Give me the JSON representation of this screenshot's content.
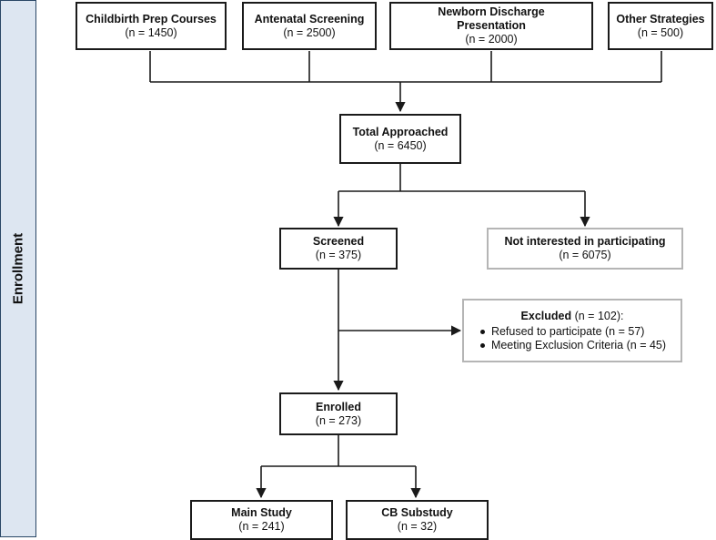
{
  "sidebar": {
    "label": "Enrollment"
  },
  "sources": [
    {
      "title": "Childbirth Prep Courses",
      "count": "(n = 1450)"
    },
    {
      "title": "Antenatal Screening",
      "count": "(n = 2500)"
    },
    {
      "title": "Newborn Discharge Presentation",
      "count": "(n = 2000)"
    },
    {
      "title": "Other Strategies",
      "count": "(n = 500)"
    }
  ],
  "approached": {
    "title": "Total Approached",
    "count": "(n = 6450)"
  },
  "screened": {
    "title": "Screened",
    "count": "(n = 375)"
  },
  "not_interested": {
    "title": "Not interested in participating",
    "count": "(n = 6075)"
  },
  "excluded": {
    "title": "Excluded",
    "count": " (n = 102):",
    "reasons": [
      "Refused to participate (n = 57)",
      "Meeting Exclusion Criteria (n = 45)"
    ]
  },
  "enrolled": {
    "title": "Enrolled",
    "count": "(n = 273)"
  },
  "main_study": {
    "title": "Main Study",
    "count": "(n = 241)"
  },
  "substudy": {
    "title": "CB Substudy",
    "count": "(n = 32)"
  },
  "colors": {
    "sidebar_bg": "#dde6f1",
    "sidebar_border": "#2a4766",
    "grey_border": "#b5b5b5"
  }
}
